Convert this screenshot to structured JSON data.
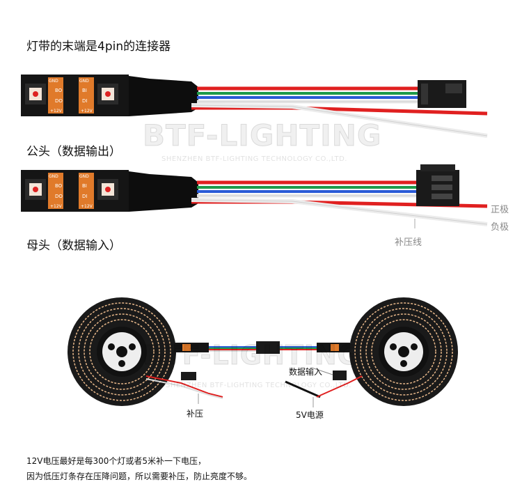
{
  "title": "灯带的末端是4pin的连接器",
  "male": {
    "label": "公头（数据输出）"
  },
  "female": {
    "label": "母头（数据输入）"
  },
  "wires": {
    "positive": "正极",
    "negative": "负极",
    "supplement": "补压线"
  },
  "pads": {
    "gnd": "GND",
    "bo": "BO",
    "bi": "BI",
    "do": "DO",
    "di": "DI",
    "v12": "+12V"
  },
  "watermark": {
    "main": "BTF-LIGHTING",
    "sub": "SHENZHEN BTF-LIGHTING TECHNOLOGY CO.,LTD."
  },
  "reel_diagram": {
    "data_in": "数据输入",
    "supplement": "补压",
    "power": "5V电源"
  },
  "note": {
    "line1": "12V电压最好是每300个灯或者5米补一下电压，",
    "line2": "因为低压灯条存在压降问题，所以需要补压，防止亮度不够。"
  },
  "colors": {
    "strip": "#151515",
    "pad": "#e07a2a",
    "red": "#e02020",
    "green": "#1e9a4a",
    "blue": "#2a5bd6",
    "white": "#f4f4f4"
  }
}
